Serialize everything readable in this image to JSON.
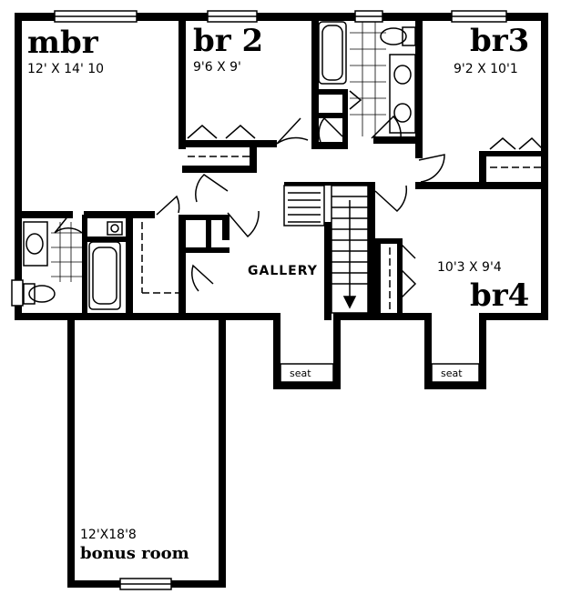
{
  "rooms": {
    "mbr": {
      "name": "mbr",
      "size": "12' X 14' 10"
    },
    "br2": {
      "name": "br 2",
      "size": "9'6 X 9'"
    },
    "br3": {
      "name": "br3",
      "size": "9'2  X 10'1"
    },
    "br4": {
      "name": "br4",
      "size": "10'3  X  9'4"
    },
    "gallery": {
      "name": "GALLERY"
    },
    "bonus": {
      "name": "bonus room",
      "size": "12'X18'8"
    }
  },
  "seats": {
    "left": "seat",
    "right": "seat"
  },
  "colors": {
    "wall": "#000000",
    "background": "#ffffff"
  }
}
